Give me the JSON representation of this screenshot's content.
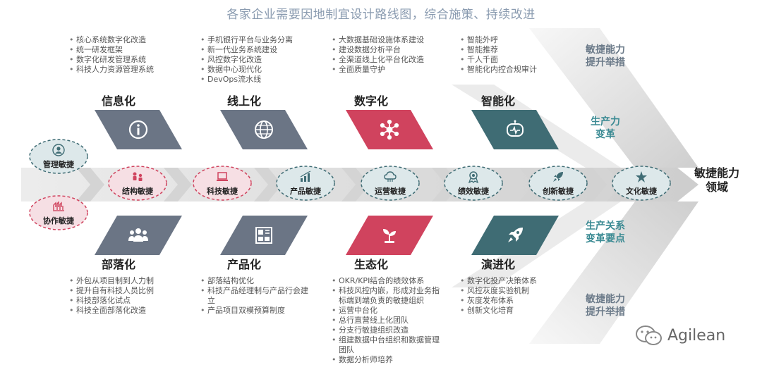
{
  "title": "各家企业需要因地制宜设计路线图，综合施策、持续改进",
  "stages_top": [
    {
      "name": "信息化",
      "icon": "info-icon",
      "color": "#6b7585",
      "items": [
        "核心系统数字化改造",
        "统一研发框架",
        "数字化研发管理系统",
        "科技人力资源管理系统"
      ]
    },
    {
      "name": "线上化",
      "icon": "globe-icon",
      "color": "#6b7585",
      "items": [
        "手机银行平台与业务分离",
        "新一代业务系统建设",
        "风控数字化改造",
        "数据中心现代化",
        "DevOps流水线"
      ]
    },
    {
      "name": "数字化",
      "icon": "network-icon",
      "color": "#d0435e",
      "items": [
        "大数据基础设施体系建设",
        "建设数据分析平台",
        "全渠道线上化平台化改造",
        "全面质量守护"
      ]
    },
    {
      "name": "智能化",
      "icon": "robot-icon",
      "color": "#3f6c74",
      "items": [
        "智能外呼",
        "智能推荐",
        "千人千面",
        "智能化内控合规审计"
      ]
    }
  ],
  "stages_bottom": [
    {
      "name": "部落化",
      "icon": "people-icon",
      "color": "#6b7585",
      "items": [
        "外包从项目制到人力制",
        "提升自有科技人员比例",
        "科技部落化试点",
        "科技全面部落化改造"
      ]
    },
    {
      "name": "产品化",
      "icon": "layout-icon",
      "color": "#6b7585",
      "items": [
        "部落结构优化",
        "科技产品经理制与产品行会建立",
        "产品项目双模预算制度"
      ]
    },
    {
      "name": "生态化",
      "icon": "sprout-icon",
      "color": "#d0435e",
      "items": [
        "OKR/KPI结合的绩效体系",
        "科技风控内嵌，形成对业务指标端到端负责的敏捷组织",
        "运营中台化",
        "总行直营线上化团队",
        "分支行敏捷组织改造",
        "组建数据中台组织和数据管理团队",
        "数据分析师培养"
      ]
    },
    {
      "name": "演进化",
      "icon": "rocket-icon",
      "color": "#3f6c74",
      "items": [
        "数字化投产决策体系",
        "风控灰度实验机制",
        "灰度发布体系",
        "创新文化培育"
      ]
    }
  ],
  "nodes": [
    {
      "label": "管理敏捷",
      "icon": "person-ring-icon",
      "theme": "teal"
    },
    {
      "label": "协作敏捷",
      "icon": "hands-icon",
      "theme": "pink"
    },
    {
      "label": "结构敏捷",
      "icon": "org-icon",
      "theme": "pink"
    },
    {
      "label": "科技敏捷",
      "icon": "laptop-icon",
      "theme": "pink"
    },
    {
      "label": "产品敏捷",
      "icon": "bar-chart-icon",
      "theme": "teal"
    },
    {
      "label": "运营敏捷",
      "icon": "cloud-icon",
      "theme": "teal"
    },
    {
      "label": "绩效敏捷",
      "icon": "medal-icon",
      "theme": "teal"
    },
    {
      "label": "创新敏捷",
      "icon": "rocket-small-icon",
      "theme": "teal"
    },
    {
      "label": "文化敏捷",
      "icon": "star-icon",
      "theme": "teal"
    }
  ],
  "right_labels": {
    "top": [
      "敏捷能力",
      "提升举措"
    ],
    "upper": [
      "生产力",
      "变革"
    ],
    "lower": [
      "生产关系",
      "变革要点"
    ],
    "bottom": [
      "敏捷能力",
      "提升举措"
    ]
  },
  "final_label": [
    "敏捷能力",
    "领域"
  ],
  "brand": "Agilean",
  "colors": {
    "gray": "#6b7585",
    "red": "#d0435e",
    "teal": "#3f6c74",
    "accent_text": "#3a8a93"
  }
}
